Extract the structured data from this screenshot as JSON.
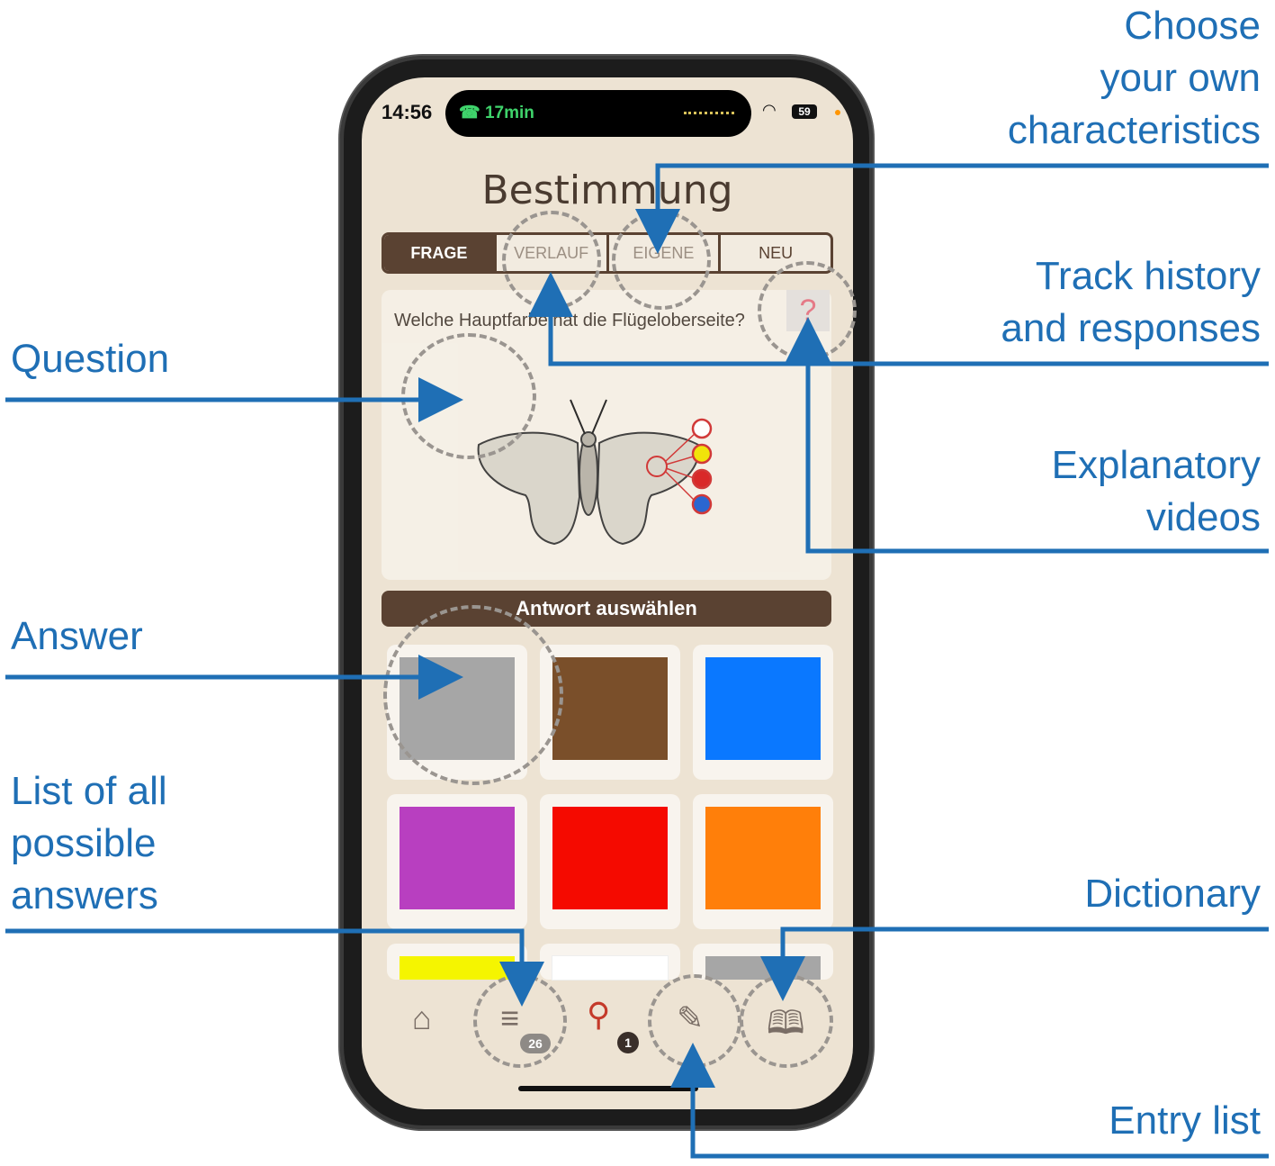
{
  "annotations": {
    "choose": "Choose\nyour own\ncharacteristics",
    "track": "Track history\nand responses",
    "question": "Question",
    "videos": "Explanatory\nvideos",
    "answer": "Answer",
    "list": "List of all\npossible\nanswers",
    "dictionary": "Dictionary",
    "entry": "Entry list"
  },
  "status": {
    "time": "14:56",
    "call": "17min",
    "battery": "59"
  },
  "app": {
    "title": "Bestimmung",
    "tabs": [
      "FRAGE",
      "VERLAUF",
      "EIGENE",
      "NEU"
    ],
    "question": "Welche Hauptfarbe hat die Flügeloberseite?",
    "help": "?",
    "answer_bar": "Antwort auswählen"
  },
  "swatch_colors": [
    "#a6a6a6",
    "#7a4f2a",
    "#0a78ff",
    "#b83fc0",
    "#f50a00",
    "#ff7f0a",
    "#f5f500",
    "#ffffff",
    "#a6a6a6"
  ],
  "nav": {
    "list_count": "26",
    "search_count": "1"
  },
  "colors": {
    "annotation": "#1f6fb5",
    "accent": "#5a4232",
    "background": "#ede3d3"
  }
}
